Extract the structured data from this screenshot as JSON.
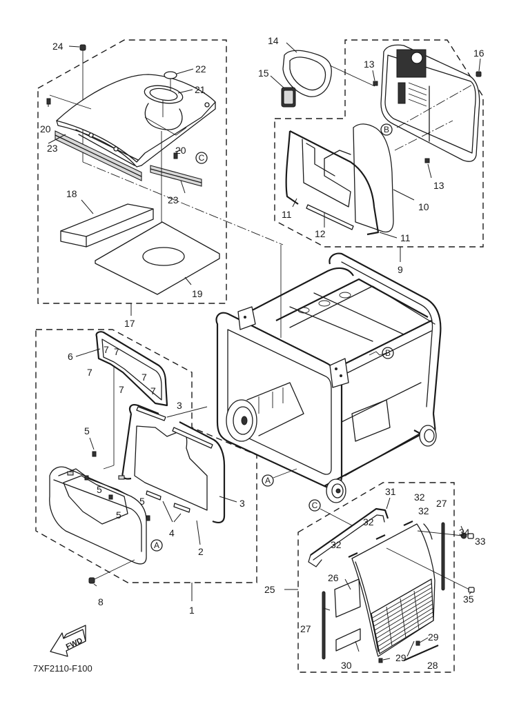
{
  "diagram": {
    "drawing_code": "7XF2110-F100",
    "direction_badge": "FWD",
    "callouts": {
      "p1": "1",
      "p2": "2",
      "p3a": "3",
      "p3b": "3",
      "p4": "4",
      "p5a": "5",
      "p5b": "5",
      "p5c": "5",
      "p5d": "5",
      "p6": "6",
      "p7a": "7",
      "p7b": "7",
      "p7c": "7",
      "p7d": "7",
      "p7e": "7",
      "p7f": "7",
      "p8": "8",
      "p9": "9",
      "p10": "10",
      "p11a": "11",
      "p11b": "11",
      "p12": "12",
      "p13a": "13",
      "p13b": "13",
      "p14": "14",
      "p15": "15",
      "p16": "16",
      "p17": "17",
      "p18": "18",
      "p19": "19",
      "p20a": "20",
      "p20b": "20",
      "p21": "21",
      "p22": "22",
      "p23a": "23",
      "p23b": "23",
      "p24": "24",
      "p25": "25",
      "p26": "26",
      "p27a": "27",
      "p27b": "27",
      "p28": "28",
      "p29a": "29",
      "p29b": "29",
      "p30": "30",
      "p31": "31",
      "p32a": "32",
      "p32b": "32",
      "p32c": "32",
      "p32d": "32",
      "p33": "33",
      "p34": "34",
      "p35": "35"
    },
    "reference_marks": {
      "a1": "A",
      "a2": "A",
      "b1": "B",
      "b2": "B",
      "c1": "C",
      "c2": "C"
    }
  }
}
